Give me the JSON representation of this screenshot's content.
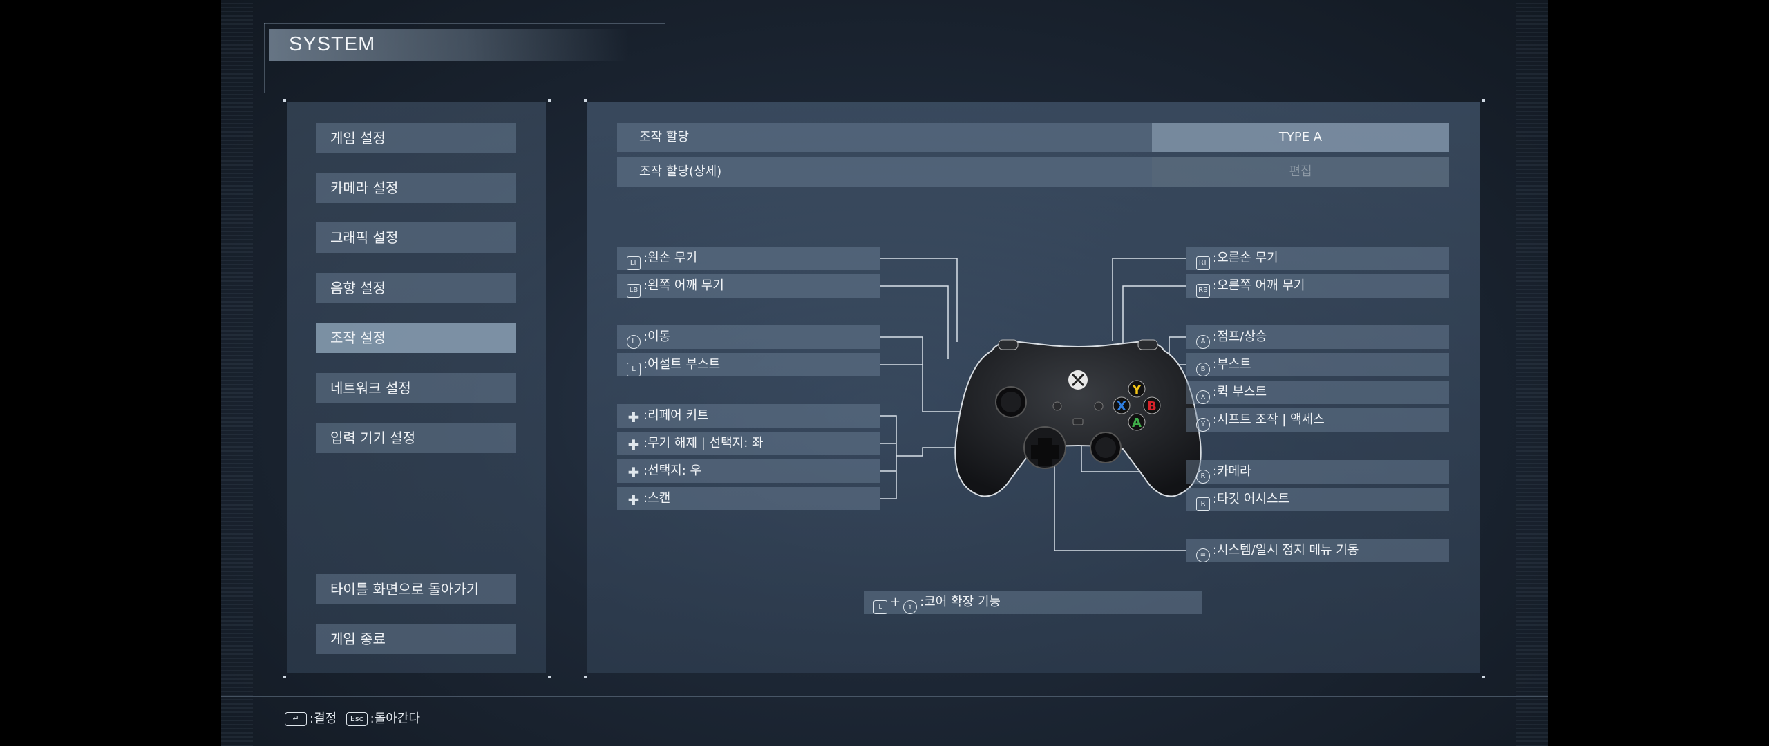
{
  "header": {
    "title": "SYSTEM"
  },
  "sidebar": {
    "items": [
      {
        "label": "게임 설정"
      },
      {
        "label": "카메라 설정"
      },
      {
        "label": "그래픽 설정"
      },
      {
        "label": "음향 설정"
      },
      {
        "label": "조작 설정",
        "active": true
      },
      {
        "label": "네트워크 설정"
      },
      {
        "label": "입력 기기 설정"
      }
    ],
    "bottom_items": [
      {
        "label": "타이틀 화면으로 돌아가기"
      },
      {
        "label": "게임 종료"
      }
    ]
  },
  "settings": {
    "assignment": {
      "label": "조작 할당",
      "value": "TYPE A"
    },
    "assignment_detail": {
      "label": "조작 할당(상세)",
      "value": "편집"
    }
  },
  "controller": {
    "left": [
      {
        "icon": "LT",
        "text": ":왼손 무기"
      },
      {
        "icon": "LB",
        "text": ":왼쪽 어깨 무기"
      },
      {
        "icon": "L",
        "text": ":이동"
      },
      {
        "icon": "L-click",
        "text": ":어설트 부스트"
      },
      {
        "icon": "dpad",
        "text": ":리페어 키트"
      },
      {
        "icon": "dpad",
        "text": ":무기 해제 | 선택지: 좌"
      },
      {
        "icon": "dpad",
        "text": ":선택지: 우"
      },
      {
        "icon": "dpad",
        "text": ":스캔"
      }
    ],
    "right": [
      {
        "icon": "RT",
        "text": ":오른손 무기"
      },
      {
        "icon": "RB",
        "text": ":오른쪽 어깨 무기"
      },
      {
        "icon": "A",
        "text": ":점프/상승"
      },
      {
        "icon": "B",
        "text": ":부스트"
      },
      {
        "icon": "X",
        "text": ":퀵 부스트"
      },
      {
        "icon": "Y",
        "text": ":시프트 조작 | 액세스"
      },
      {
        "icon": "R",
        "text": ":카메라"
      },
      {
        "icon": "R-click",
        "text": ":타깃 어시스트"
      },
      {
        "icon": "menu",
        "text": ":시스템/일시 정지 메뉴 기동"
      }
    ],
    "combo": {
      "text": ":코어 확장 기능"
    }
  },
  "footer": {
    "confirm": ":결정",
    "esc_key": "Esc",
    "back": ":돌아간다"
  },
  "colors": {
    "button_a": "#3fae49",
    "button_b": "#d8232a",
    "button_x": "#2f7ee0",
    "button_y": "#f2c417",
    "panel": "#4a5d74"
  }
}
